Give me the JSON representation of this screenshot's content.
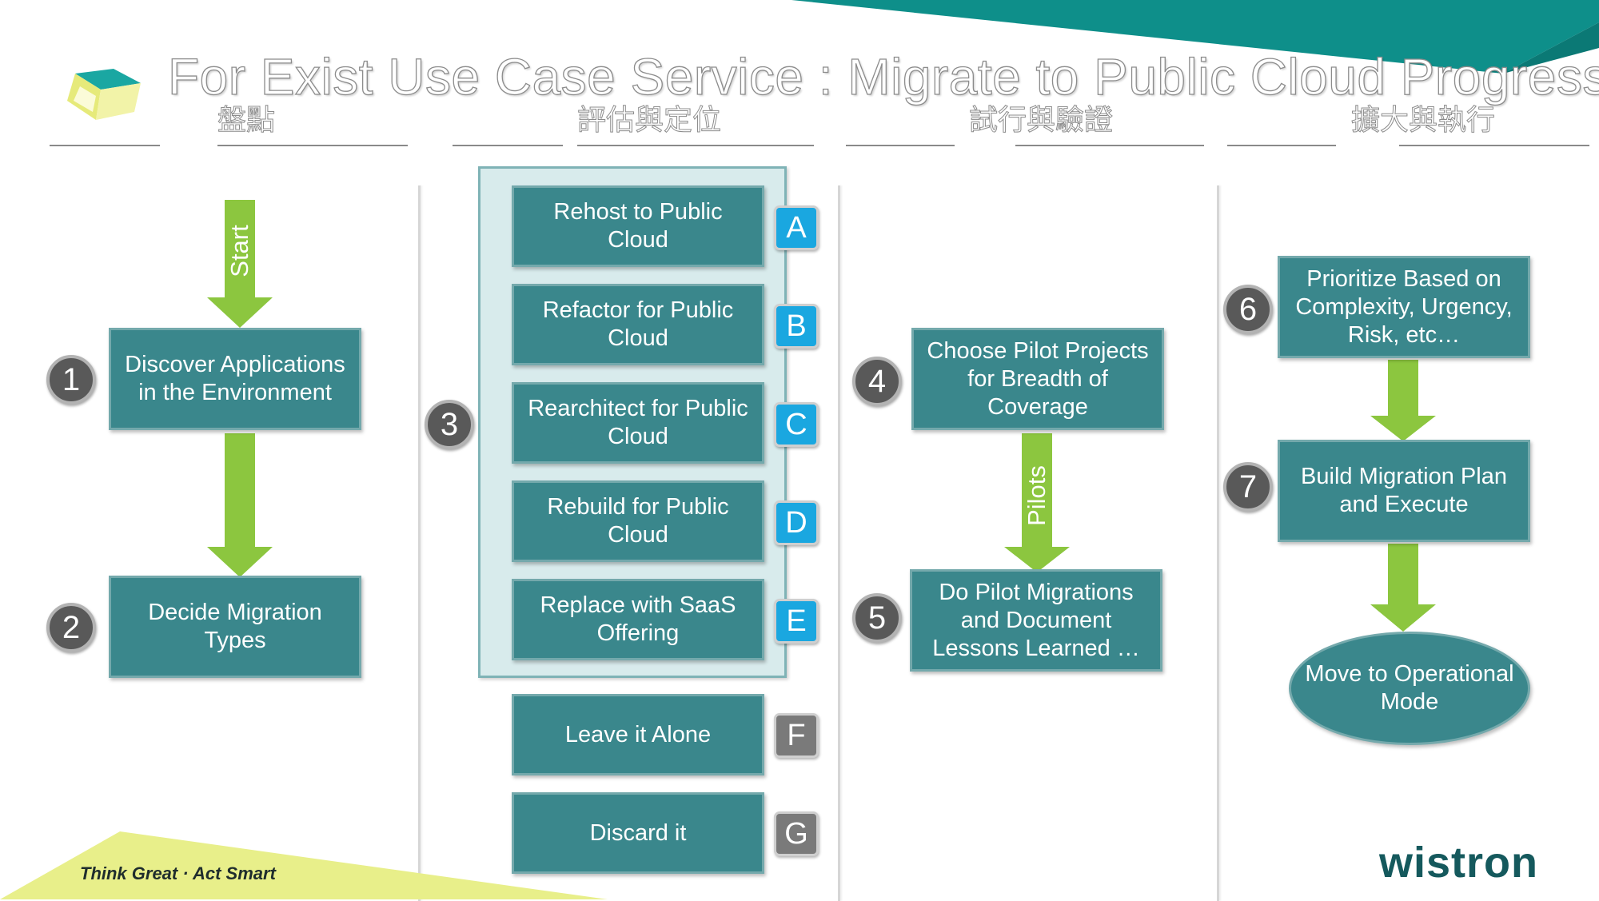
{
  "title": "For Exist Use Case Service : Migrate to Public Cloud Progress",
  "sections": [
    {
      "label": "盤點"
    },
    {
      "label": "評估與定位"
    },
    {
      "label": "試行與驗證"
    },
    {
      "label": "擴大與執行"
    }
  ],
  "col1": {
    "start_label": "Start",
    "steps": [
      {
        "number": "1",
        "text": "Discover Applications in the Environment"
      },
      {
        "number": "2",
        "text": "Decide Migration Types"
      }
    ]
  },
  "col2": {
    "number": "3",
    "options": [
      {
        "letter": "A",
        "text": "Rehost to Public Cloud"
      },
      {
        "letter": "B",
        "text": "Refactor for Public Cloud"
      },
      {
        "letter": "C",
        "text": "Rearchitect for Public Cloud"
      },
      {
        "letter": "D",
        "text": "Rebuild for Public Cloud"
      },
      {
        "letter": "E",
        "text": "Replace with SaaS Offering"
      },
      {
        "letter": "F",
        "text": "Leave it Alone"
      },
      {
        "letter": "G",
        "text": "Discard it"
      }
    ]
  },
  "col3": {
    "pilots_label": "Pilots",
    "steps": [
      {
        "number": "4",
        "text": "Choose Pilot Projects for Breadth of Coverage"
      },
      {
        "number": "5",
        "text": "Do Pilot Migrations and Document Lessons Learned …"
      }
    ]
  },
  "col4": {
    "steps": [
      {
        "number": "6",
        "text": "Prioritize Based on Complexity, Urgency, Risk, etc…"
      },
      {
        "number": "7",
        "text": "Build Migration Plan and Execute"
      }
    ],
    "final": "Move to Operational Mode"
  },
  "footer": {
    "tagline": "Think Great · Act Smart",
    "brand": "wistron"
  },
  "colors": {
    "box_teal": "#3a878c",
    "arrow_green": "#8cc63f",
    "tag_blue": "#1aa7e0",
    "tag_gray": "#7a7a7a",
    "banner_teal": "#0e8f8a",
    "footer_yellow": "#e8ef8a"
  }
}
